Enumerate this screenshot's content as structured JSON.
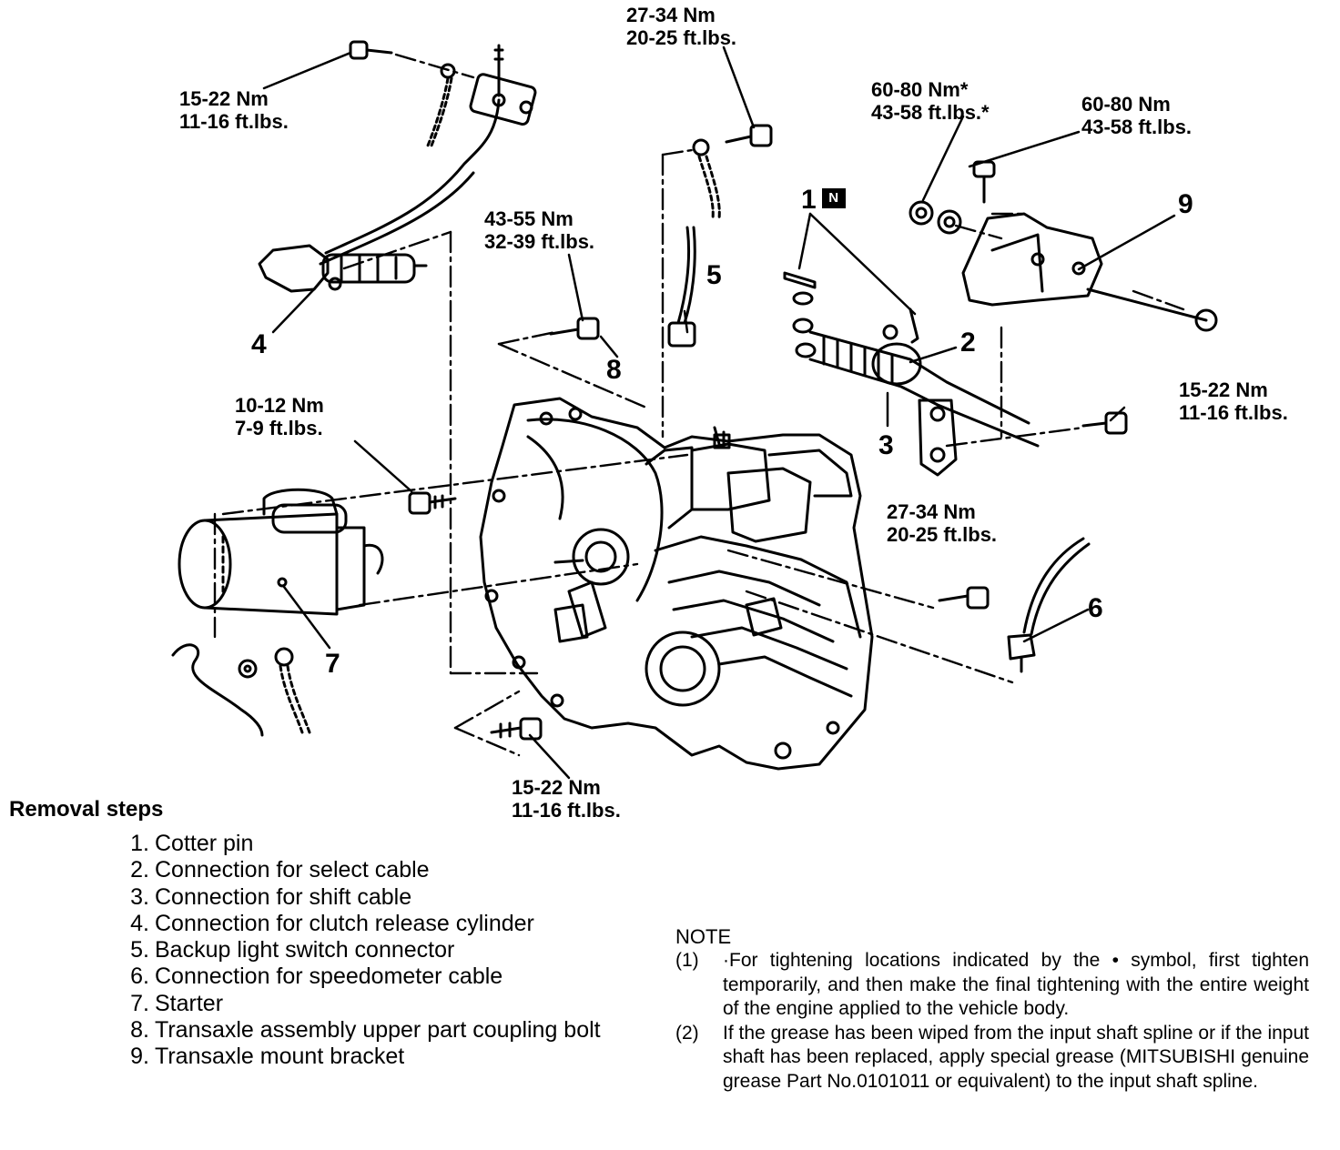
{
  "torque_specs": {
    "t_top_center": [
      "27-34 Nm",
      "20-25 ft.lbs."
    ],
    "t_clutch_bolt": [
      "15-22 Nm",
      "11-16 ft.lbs."
    ],
    "t_mount_nut": [
      "60-80 Nm*",
      "43-58 ft.lbs.*"
    ],
    "t_mount_bolt": [
      "60-80 Nm",
      "43-58 ft.lbs."
    ],
    "t_upper_coupling": [
      "43-55 Nm",
      "32-39 ft.lbs."
    ],
    "t_starter": [
      "10-12 Nm",
      "7-9 ft.lbs."
    ],
    "t_shift_bracket": [
      "15-22 Nm",
      "11-16 ft.lbs."
    ],
    "t_right_side": [
      "27-34 Nm",
      "20-25 ft.lbs."
    ],
    "t_lower": [
      "15-22 Nm",
      "11-16 ft.lbs."
    ]
  },
  "callouts": {
    "c1": "1",
    "c1_badge": "N",
    "c2": "2",
    "c3": "3",
    "c4": "4",
    "c5": "5",
    "c6": "6",
    "c7": "7",
    "c8": "8",
    "c9": "9"
  },
  "removal": {
    "title": "Removal steps",
    "steps": [
      {
        "num": "1.",
        "text": "Cotter pin"
      },
      {
        "num": "2.",
        "text": "Connection for select cable"
      },
      {
        "num": "3.",
        "text": "Connection for shift cable"
      },
      {
        "num": "4.",
        "text": "Connection for clutch release cylinder"
      },
      {
        "num": "5.",
        "text": "Backup light switch connector"
      },
      {
        "num": "6.",
        "text": "Connection for speedometer cable"
      },
      {
        "num": "7.",
        "text": "Starter"
      },
      {
        "num": "8.",
        "text": "Transaxle assembly upper part coupling bolt"
      },
      {
        "num": "9.",
        "text": "Transaxle mount bracket"
      }
    ]
  },
  "note": {
    "title": "NOTE",
    "items": [
      {
        "num": "(1)",
        "text": "·For tightening locations indicated by the • symbol, first tighten temporarily, and then make the final tightening with the entire weight of the engine applied to the vehicle body."
      },
      {
        "num": "(2)",
        "text": "If the grease has been wiped from the input shaft spline or if the input shaft has been replaced, apply special grease (MITSUBISHI genuine grease Part No.0101011 or equivalent) to the input shaft spline."
      }
    ]
  }
}
